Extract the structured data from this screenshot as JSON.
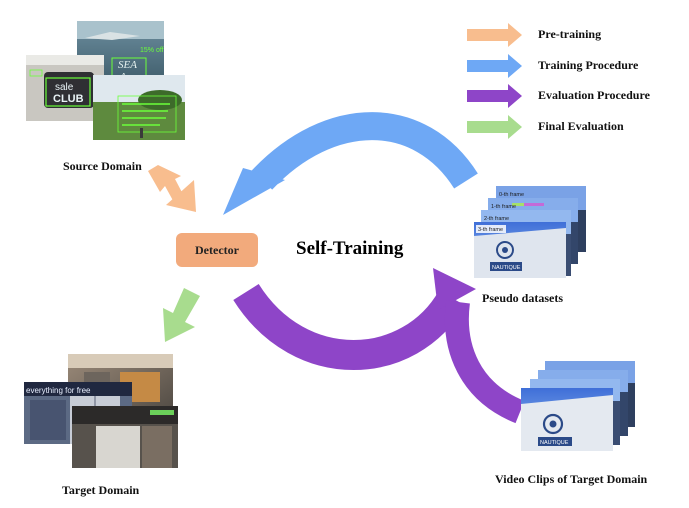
{
  "legend": [
    {
      "label": "Pre-training",
      "color": "#f8bd8e"
    },
    {
      "label": "Training Procedure",
      "color": "#6ea8f5"
    },
    {
      "label": "Evaluation Procedure",
      "color": "#8e45c8"
    },
    {
      "label": "Final Evaluation",
      "color": "#a8dc8e"
    }
  ],
  "center_title": "Self-Training",
  "detector_label": "Detector",
  "labels": {
    "source_domain": "Source Domain",
    "target_domain": "Target Domain",
    "pseudo_datasets": "Pseudo datasets",
    "video_clips": "Video Clips of Target Domain"
  },
  "source_image_texts": {
    "sign_top": "SEA",
    "sign_bottom": "Are",
    "sale": "sale",
    "club": "CLUB",
    "corner": "15% off"
  },
  "target_image_text": "everything for free",
  "frame_labels": [
    "0-th frame",
    "1-th frame",
    "2-th frame",
    "3-th frame"
  ],
  "frame_brand": "NAUTIQUE"
}
